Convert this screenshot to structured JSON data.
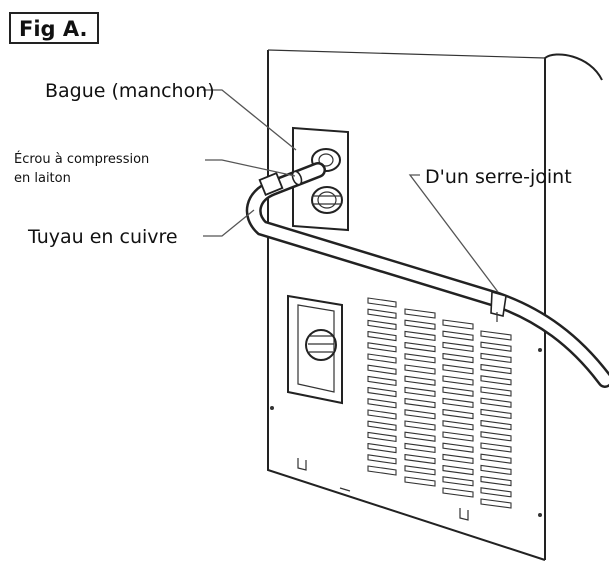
{
  "figure": {
    "label": "Fig A."
  },
  "callouts": {
    "sleeve": "Bague (manchon)",
    "nut_line1": "Écrou à compression",
    "nut_line2": "en laiton",
    "tube": "Tuyau en cuivre",
    "clamp": "D'un serre-joint"
  },
  "icons": {
    "knob": "dial-knob-icon",
    "vent": "vent-grille-icon",
    "fitting": "water-inlet-fitting-icon"
  }
}
